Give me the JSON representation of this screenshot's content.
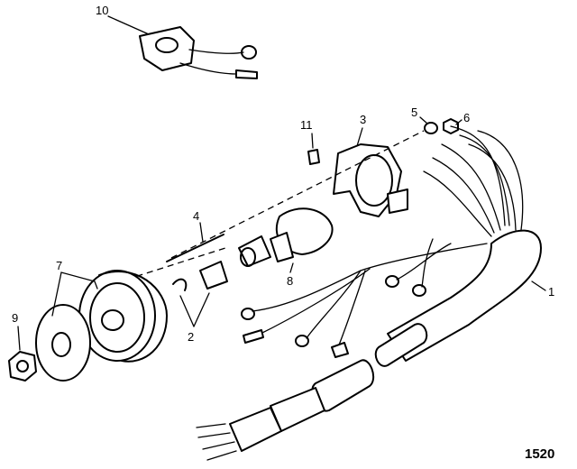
{
  "diagram": {
    "figure_number": "1520",
    "callouts": {
      "c1": "1",
      "c2": "2",
      "c3": "3",
      "c4": "4",
      "c5": "5",
      "c6": "6",
      "c7": "7",
      "c8": "8",
      "c9": "9",
      "c10": "10",
      "c11": "11"
    }
  }
}
